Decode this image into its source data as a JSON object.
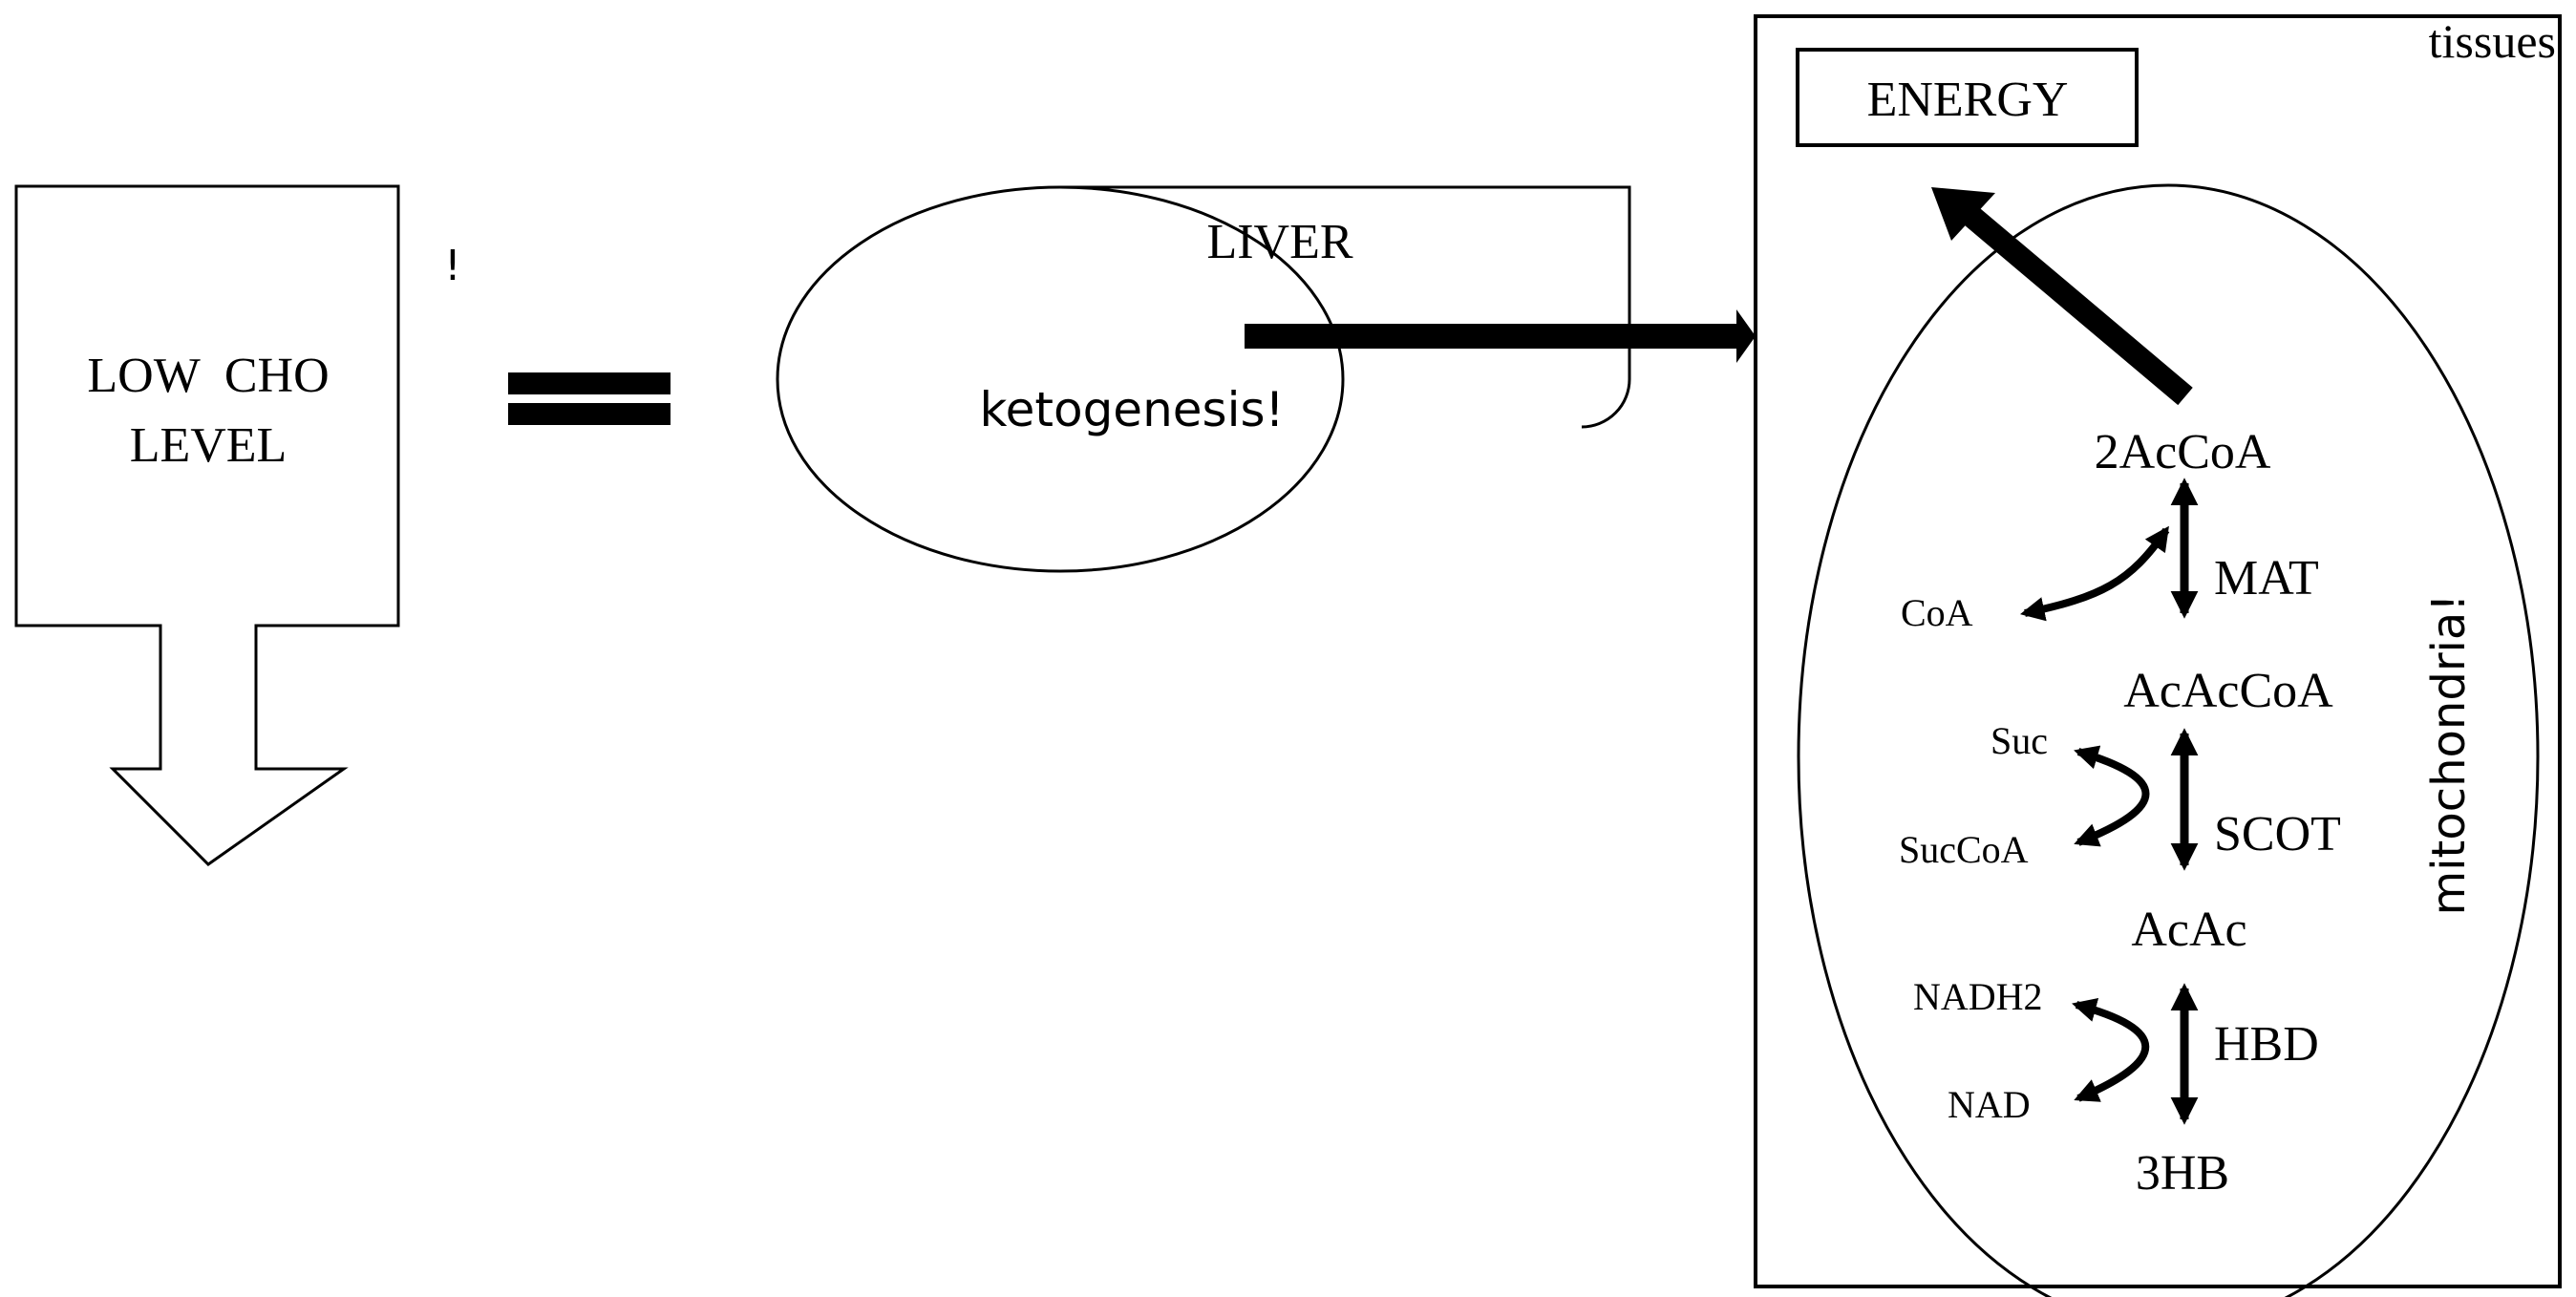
{
  "low_cho": {
    "line1": "LOW  CHO",
    "line2": "LEVEL",
    "mark": "!"
  },
  "liver": {
    "title": "LIVER",
    "process": "ketogenesis!"
  },
  "tissues": {
    "label": "tissues",
    "energy": "ENERGY"
  },
  "mitochondria": {
    "label": "mitochondria!",
    "metabolites": {
      "acetyl_coa": "2AcCoA",
      "acetoacetyl_coa": "AcAcCoA",
      "acetoacetate": "AcAc",
      "hydroxybutyrate": "3HB"
    },
    "enzymes": {
      "mat": "MAT",
      "scot": "SCOT",
      "hbd": "HBD"
    },
    "cofactors": {
      "coa": "CoA",
      "suc": "Suc",
      "succoa": "SucCoA",
      "nadh2": "NADH2",
      "nad": "NAD"
    }
  },
  "colors": {
    "ink": "#000000",
    "paper": "#ffffff"
  }
}
